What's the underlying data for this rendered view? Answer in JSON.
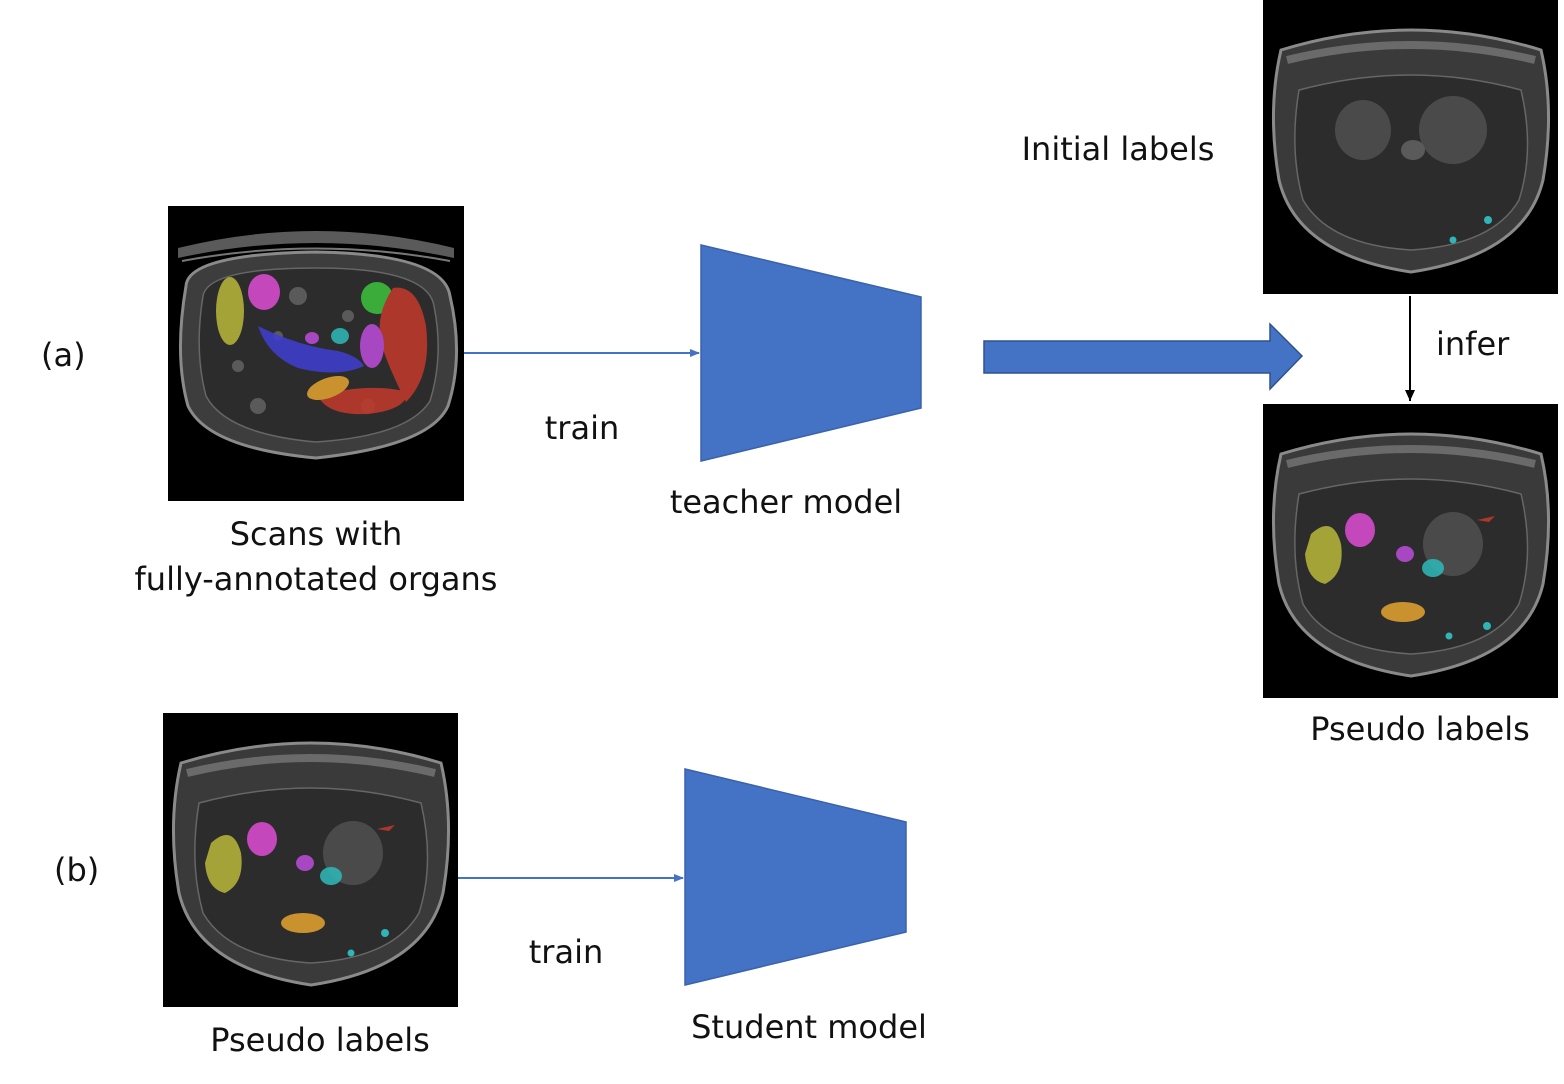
{
  "panel_a": {
    "tag": "(a)",
    "input_caption_line1": "Scans with",
    "input_caption_line2": "fully-annotated organs",
    "train_label": "train",
    "model_label": "teacher model",
    "initial_label": "Initial labels",
    "infer_label": "infer",
    "pseudo_label": "Pseudo labels"
  },
  "panel_b": {
    "tag": "(b)",
    "input_caption": "Pseudo labels",
    "train_label": "train",
    "model_label": "Student model"
  },
  "colors": {
    "model_fill": "#4472C4",
    "arrow": "#4472C4",
    "infer_arrow": "#000000",
    "liver": "#B5B43A",
    "kidney": "#D94BD0",
    "spleen": "#C0392B",
    "left_kidney": "#3DBE3D",
    "pancreas": "#3F3FCF",
    "stomach": "#E0A030",
    "aorta": "#B94BD6",
    "duodenum": "#2FB5B5"
  }
}
